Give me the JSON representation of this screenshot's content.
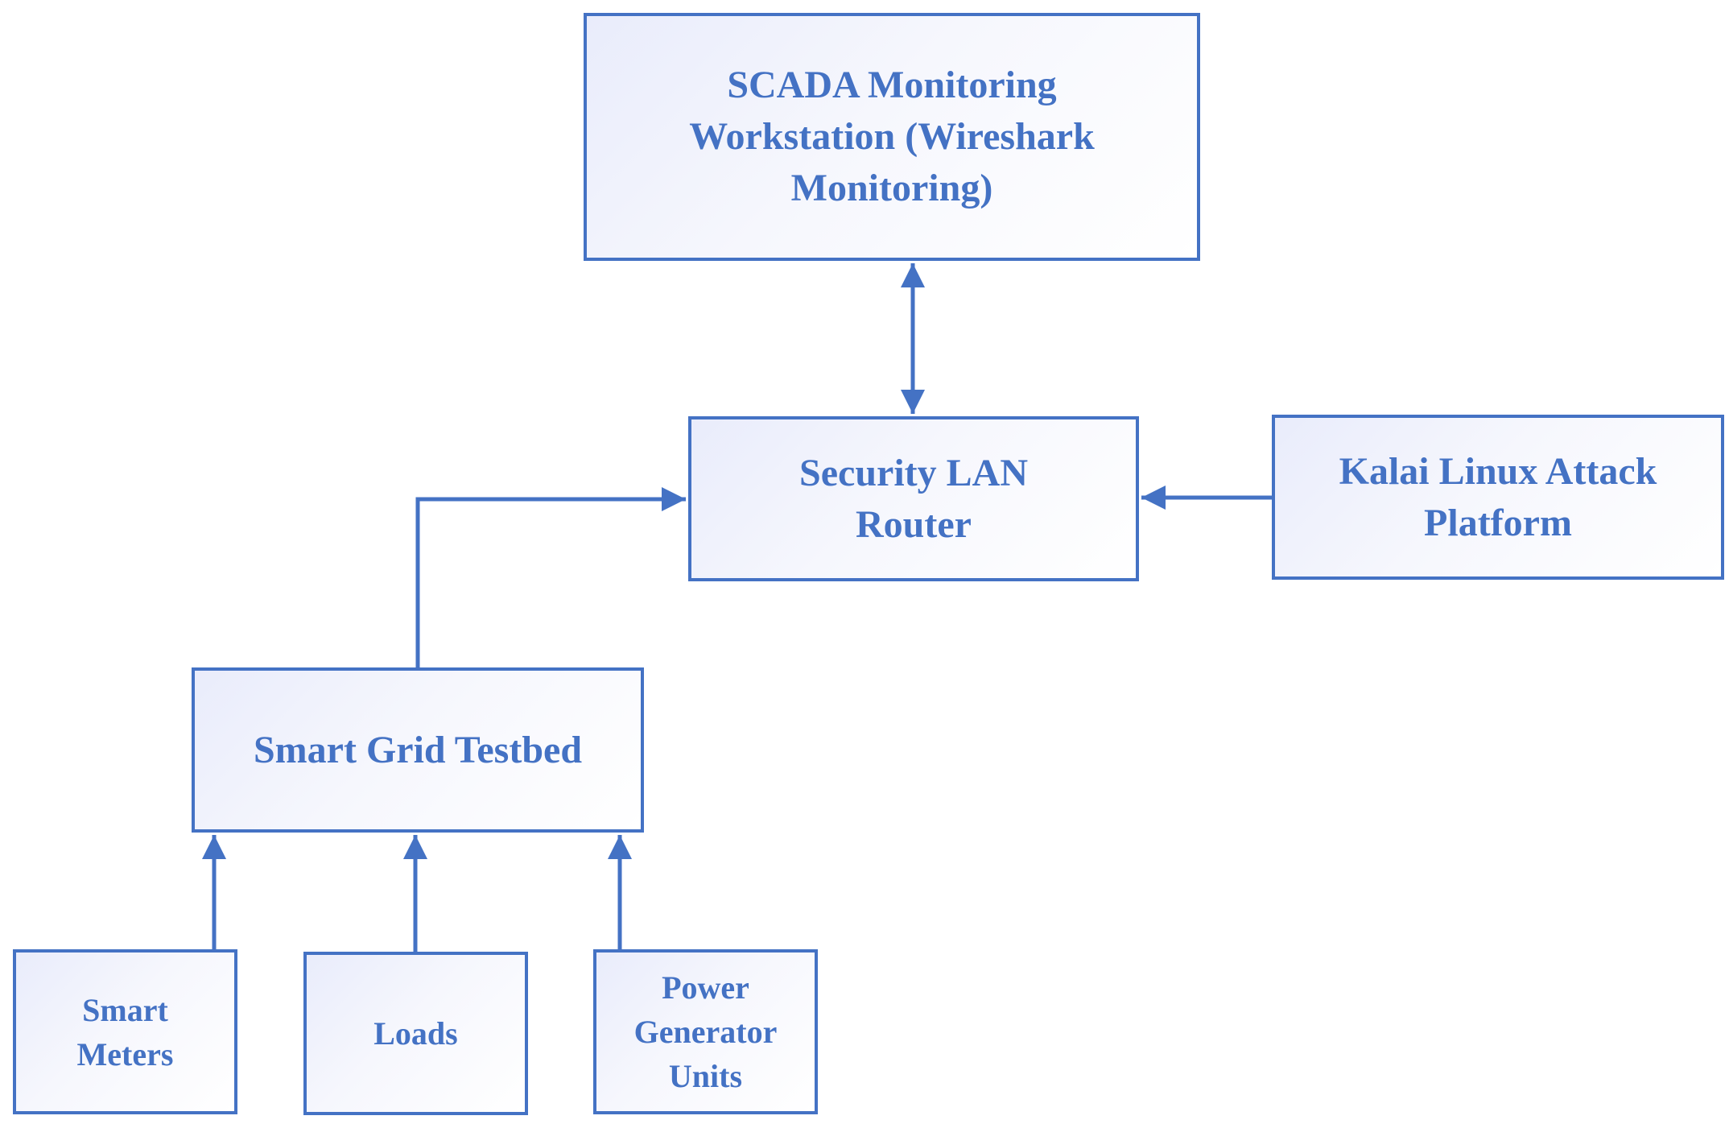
{
  "diagram": {
    "nodes": {
      "scada": {
        "label": "SCADA Monitoring\nWorkstation (Wireshark\nMonitoring)"
      },
      "router": {
        "label": "Security LAN\nRouter"
      },
      "kali": {
        "label": "Kalai Linux Attack\nPlatform"
      },
      "testbed": {
        "label": "Smart Grid Testbed"
      },
      "meters": {
        "label": "Smart\nMeters"
      },
      "loads": {
        "label": "Loads"
      },
      "power": {
        "label": "Power\nGenerator\nUnits"
      }
    },
    "edges": [
      {
        "from": "scada",
        "to": "router",
        "direction": "both"
      },
      {
        "from": "kali",
        "to": "router",
        "direction": "forward"
      },
      {
        "from": "testbed",
        "to": "router",
        "direction": "forward"
      },
      {
        "from": "meters",
        "to": "testbed",
        "direction": "forward"
      },
      {
        "from": "loads",
        "to": "testbed",
        "direction": "forward"
      },
      {
        "from": "power",
        "to": "testbed",
        "direction": "forward"
      }
    ],
    "colors": {
      "stroke": "#4472c4",
      "text": "#4472c4",
      "fill_start": "#e9ecfb",
      "fill_end": "#ffffff"
    }
  }
}
